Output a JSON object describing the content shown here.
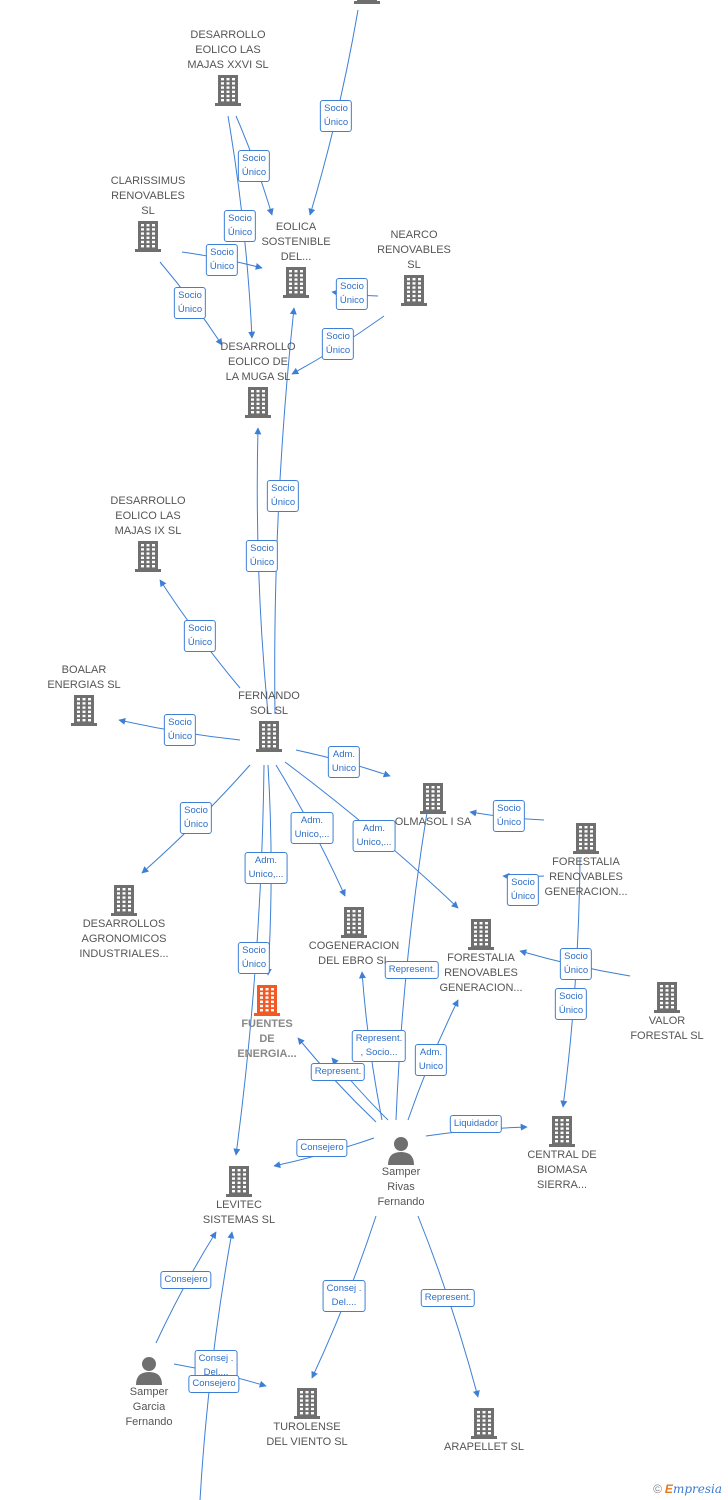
{
  "colors": {
    "edge": "#3d7fd6",
    "building": "#6f6f6f",
    "highlight": "#f15a24",
    "label": "#555555"
  },
  "nodes": [
    {
      "id": "top",
      "label": "",
      "type": "company",
      "icon": "building-icon"
    },
    {
      "id": "majas26",
      "label": "DESARROLLO\nEOLICO LAS\nMAJAS XXVI  SL",
      "type": "company",
      "icon": "building-icon"
    },
    {
      "id": "clarissimus",
      "label": "CLARISSIMUS\nRENOVABLES\nSL",
      "type": "company",
      "icon": "building-icon"
    },
    {
      "id": "eolica",
      "label": "EOLICA\nSOSTENIBLE\nDEL...",
      "type": "company",
      "icon": "building-icon"
    },
    {
      "id": "nearco",
      "label": "NEARCO\nRENOVABLES\nSL",
      "type": "company",
      "icon": "building-icon"
    },
    {
      "id": "muga",
      "label": "DESARROLLO\nEOLICO DE\nLA MUGA SL",
      "type": "company",
      "icon": "building-icon"
    },
    {
      "id": "majas9",
      "label": "DESARROLLO\nEOLICO LAS\nMAJAS IX  SL",
      "type": "company",
      "icon": "building-icon"
    },
    {
      "id": "boalar",
      "label": "BOALAR\nENERGIAS  SL",
      "type": "company",
      "icon": "building-icon"
    },
    {
      "id": "fernando",
      "label": "FERNANDO\nSOL SL",
      "type": "company",
      "icon": "building-icon"
    },
    {
      "id": "olmasol",
      "label": "OLMASOL I SA",
      "type": "company",
      "icon": "building-icon"
    },
    {
      "id": "forestalia1",
      "label": "FORESTALIA\nRENOVABLES\nGENERACION...",
      "type": "company",
      "icon": "building-icon"
    },
    {
      "id": "agronomicos",
      "label": "DESARROLLOS\nAGRONOMICOS\nINDUSTRIALES...",
      "type": "company",
      "icon": "building-icon"
    },
    {
      "id": "cogeneracion",
      "label": "COGENERACION\nDEL EBRO  SL",
      "type": "company",
      "icon": "building-icon"
    },
    {
      "id": "forestalia2",
      "label": "FORESTALIA\nRENOVABLES\nGENERACION...",
      "type": "company",
      "icon": "building-icon"
    },
    {
      "id": "valor",
      "label": "VALOR\nFORESTAL SL",
      "type": "company",
      "icon": "building-icon"
    },
    {
      "id": "fuentes",
      "label": "FUENTES\nDE\nENERGIA...",
      "type": "company",
      "icon": "building-icon",
      "highlight": true
    },
    {
      "id": "central",
      "label": "CENTRAL DE\nBIOMASA\nSIERRA...",
      "type": "company",
      "icon": "building-icon"
    },
    {
      "id": "levitec",
      "label": "LEVITEC\nSISTEMAS  SL",
      "type": "company",
      "icon": "building-icon"
    },
    {
      "id": "samper_rivas",
      "label": "Samper\nRivas\nFernando",
      "type": "person",
      "icon": "person-icon"
    },
    {
      "id": "samper_garcia",
      "label": "Samper\nGarcia\nFernando",
      "type": "person",
      "icon": "person-icon"
    },
    {
      "id": "turolense",
      "label": "TUROLENSE\nDEL VIENTO SL",
      "type": "company",
      "icon": "building-icon"
    },
    {
      "id": "arapellet",
      "label": "ARAPELLET  SL",
      "type": "company",
      "icon": "building-icon"
    }
  ],
  "edges": [
    {
      "from": "top",
      "to": "eolica",
      "label": "Socio\nÚnico"
    },
    {
      "from": "majas26",
      "to": "eolica",
      "label": "Socio\nÚnico"
    },
    {
      "from": "majas26",
      "to": "muga",
      "label": "Socio\nÚnico"
    },
    {
      "from": "clarissimus",
      "to": "eolica",
      "label": "Socio\nÚnico"
    },
    {
      "from": "clarissimus",
      "to": "muga",
      "label": "Socio\nÚnico"
    },
    {
      "from": "nearco",
      "to": "eolica",
      "label": "Socio\nÚnico"
    },
    {
      "from": "nearco",
      "to": "muga",
      "label": "Socio\nÚnico"
    },
    {
      "from": "fernando",
      "to": "eolica",
      "label": "Socio\nÚnico"
    },
    {
      "from": "fernando",
      "to": "muga",
      "label": "Socio\nÚnico"
    },
    {
      "from": "fernando",
      "to": "majas9",
      "label": "Socio\nÚnico"
    },
    {
      "from": "fernando",
      "to": "boalar",
      "label": "Socio\nÚnico"
    },
    {
      "from": "fernando",
      "to": "olmasol",
      "label": "Adm.\nUnico"
    },
    {
      "from": "fernando",
      "to": "agronomicos",
      "label": "Socio\nÚnico"
    },
    {
      "from": "fernando",
      "to": "cogeneracion",
      "label": "Adm.\nUnico,..."
    },
    {
      "from": "fernando",
      "to": "forestalia2",
      "label": "Adm.\nUnico,..."
    },
    {
      "from": "fernando",
      "to": "fuentes",
      "label": "Adm.\nUnico,..."
    },
    {
      "from": "fernando",
      "to": "levitec",
      "label": "Socio\nÚnico"
    },
    {
      "from": "forestalia1",
      "to": "olmasol",
      "label": "Socio\nÚnico"
    },
    {
      "from": "forestalia1",
      "to": "forestalia2",
      "label": "Socio\nÚnico"
    },
    {
      "from": "forestalia1",
      "to": "central",
      "label": "Socio\nÚnico"
    },
    {
      "from": "valor",
      "to": "forestalia2",
      "label": "Socio\nÚnico"
    },
    {
      "from": "samper_rivas",
      "to": "cogeneracion",
      "label": "Represent."
    },
    {
      "from": "samper_rivas",
      "to": "fuentes",
      "label": "Represent.\n, Socio..."
    },
    {
      "from": "samper_rivas",
      "to": "fuentes",
      "label": "Represent."
    },
    {
      "from": "samper_rivas",
      "to": "forestalia2",
      "label": "Adm.\nUnico"
    },
    {
      "from": "samper_rivas",
      "to": "olmasol",
      "label": ""
    },
    {
      "from": "samper_rivas",
      "to": "central",
      "label": "Liquidador"
    },
    {
      "from": "samper_rivas",
      "to": "levitec",
      "label": "Consejero"
    },
    {
      "from": "samper_rivas",
      "to": "turolense",
      "label": "Consej .\nDel...."
    },
    {
      "from": "samper_rivas",
      "to": "arapellet",
      "label": "Represent."
    },
    {
      "from": "samper_garcia",
      "to": "levitec",
      "label": "Consejero"
    },
    {
      "from": "samper_garcia",
      "to": "turolense",
      "label": "Consej .\nDel...."
    },
    {
      "from": "bottom",
      "to": "levitec",
      "label": "Consejero"
    }
  ],
  "brand": {
    "symbol": "©",
    "first": "E",
    "rest": "mpresia"
  }
}
